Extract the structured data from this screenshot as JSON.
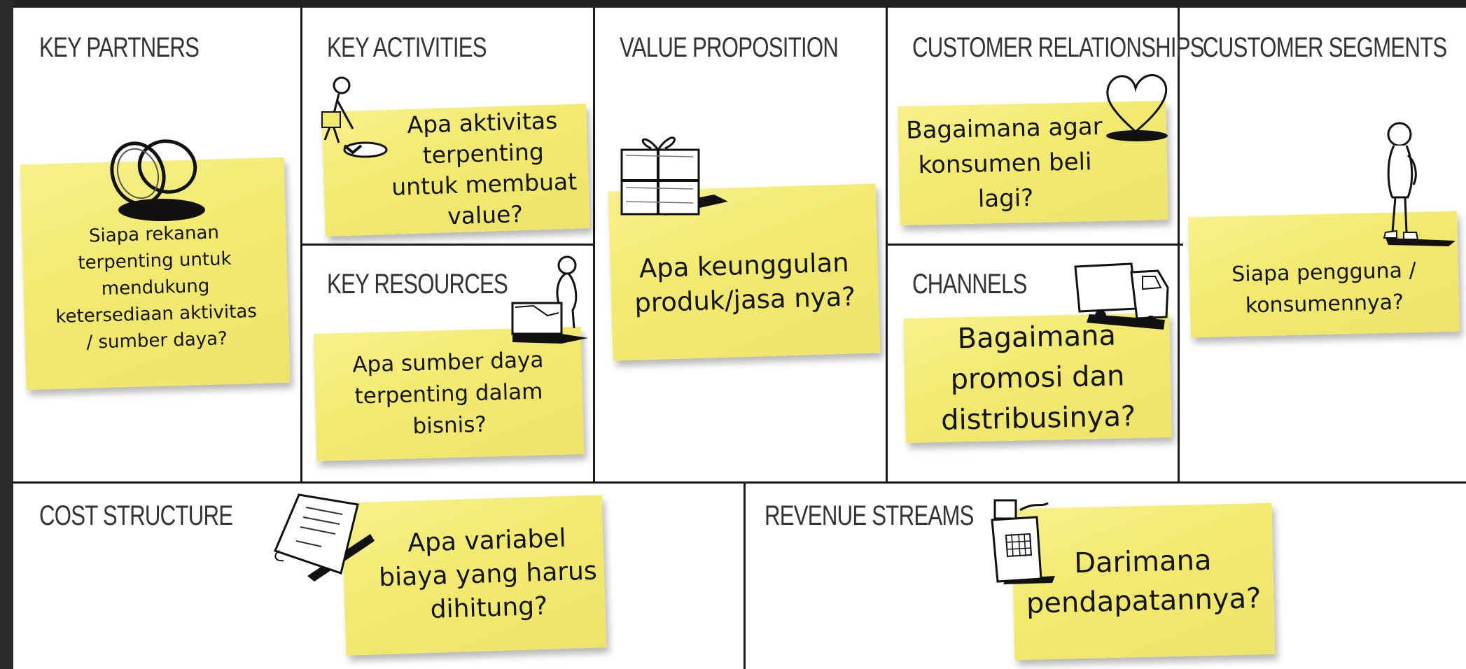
{
  "canvas": {
    "blocks": {
      "key_partners": {
        "title": "KEY PARTNERS",
        "note": "Siapa rekanan terpenting untuk mendukung ketersediaan aktivitas / sumber daya?"
      },
      "key_activities": {
        "title": "KEY ACTIVITIES",
        "note": "Apa aktivitas terpenting untuk membuat value?"
      },
      "key_resources": {
        "title": "KEY RESOURCES",
        "note": "Apa sumber daya terpenting dalam bisnis?"
      },
      "value_proposition": {
        "title": "VALUE PROPOSITION",
        "note": "Apa keunggulan produk/jasa nya?"
      },
      "customer_relationships": {
        "title": "CUSTOMER RELATIONSHIPS",
        "note": "Bagaimana agar konsumen beli lagi?"
      },
      "channels": {
        "title": "CHANNELS",
        "note": "Bagaimana promosi dan distribusinya?"
      },
      "customer_segments": {
        "title": "CUSTOMER SEGMENTS",
        "note": "Siapa pengguna / konsumennya?"
      },
      "cost_structure": {
        "title": "COST STRUCTURE",
        "note": "Apa variabel biaya yang harus dihitung?"
      },
      "revenue_streams": {
        "title": "REVENUE STREAMS",
        "note": "Darimana pendapatannya?"
      }
    },
    "icons": {
      "key_partners": "interlocked-rings-icon",
      "key_activities": "worker-digging-icon",
      "key_resources": "person-with-factory-icon",
      "value_proposition": "gift-box-icon",
      "customer_relationships": "heart-icon",
      "channels": "delivery-truck-icon",
      "customer_segments": "standing-person-icon",
      "cost_structure": "invoice-document-icon",
      "revenue_streams": "cash-register-icon"
    },
    "colors": {
      "sticky_note": "#f2ea6e",
      "grid_line": "#1a1a1a",
      "frame": "#222222"
    }
  }
}
